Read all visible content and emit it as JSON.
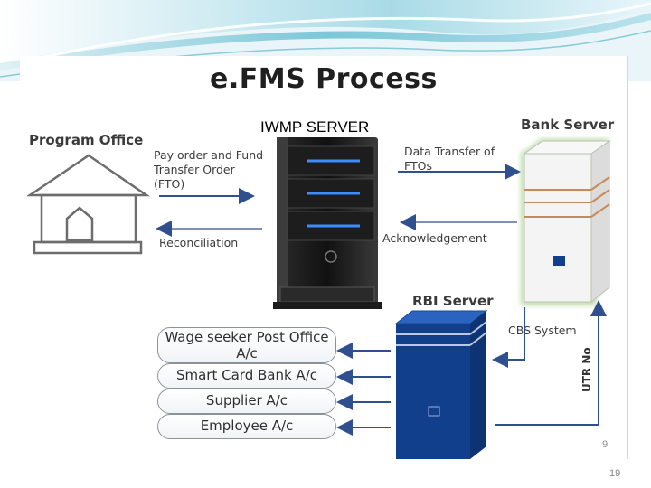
{
  "slide": {
    "title": "e.FMS Process",
    "server_label": "IWMP SERVER",
    "program_office": "Program Office",
    "bank_server": "Bank Server",
    "rbi_server": "RBI Server",
    "pay_order": [
      "Pay order and Fund",
      "Transfer Order",
      "(FTO)"
    ],
    "reconciliation": "Reconciliation",
    "data_transfer": [
      "Data Transfer  of",
      "FTOs"
    ],
    "acknowledgement": "Acknowledgement",
    "cbs_system": "CBS System",
    "utr_no": "UTR No",
    "accounts": [
      "Wage seeker Post Office A/c",
      "Smart Card Bank A/c",
      "Supplier A/c",
      "Employee A/c"
    ],
    "inner_page_number": "9",
    "page_number": "19"
  },
  "colors": {
    "arrow_blue": "#2f4f8f",
    "server_dark": "#1c1c1c",
    "server_led": "#3a8cff",
    "bank_glow": "#a8d08d",
    "rbi_blue": "#123f8c",
    "banner_teal": "#4fb3c9"
  }
}
